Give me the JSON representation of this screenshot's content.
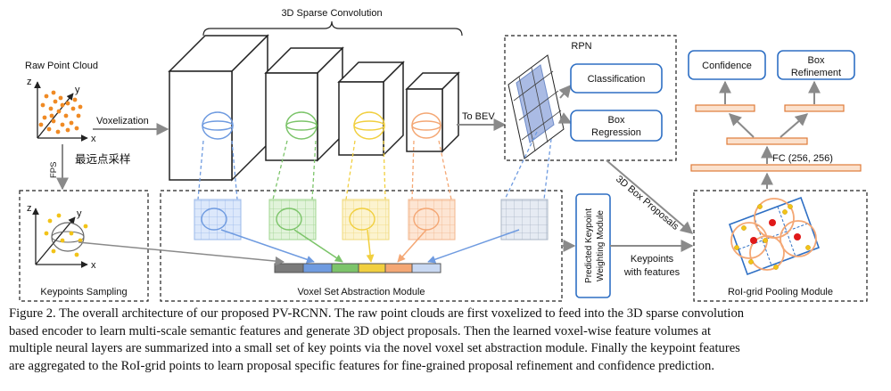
{
  "labels": {
    "raw_point_cloud": "Raw Point Cloud",
    "voxelization": "Voxelization",
    "sparse_conv": "3D Sparse Convolution",
    "to_bev": "To BEV",
    "rpn": "RPN",
    "classification": "Classification",
    "box_regression_1": "Box",
    "box_regression_2": "Regression",
    "confidence": "Confidence",
    "box_refinement_1": "Box",
    "box_refinement_2": "Refinement",
    "fc": "FC (256, 256)",
    "proposals": "3D Box Proposals",
    "fps": "FPS",
    "fps_chinese": "最远点采样",
    "keypoints_sampling": "Keypoints Sampling",
    "voxel_sa": "Voxel Set Abstraction Module",
    "pkw_1": "Predicted Keypoint",
    "pkw_2": "Weighting Module",
    "keypoints_1": "Keypoints",
    "keypoints_2": "with features",
    "roi_grid": "RoI-grid Pooling Module",
    "axis_x": "x",
    "axis_y": "y",
    "axis_z": "z"
  },
  "caption": {
    "line1": "Figure 2. The overall architecture of our proposed PV-RCNN. The raw point clouds are first voxelized to feed into the 3D sparse convolution",
    "line2": "based encoder to learn multi-scale semantic features and generate 3D object proposals. Then the learned voxel-wise feature volumes at",
    "line3": "multiple neural layers are summarized into a small set of key points via the novel voxel set abstraction module. Finally the keypoint features",
    "line4": "are aggregated to the RoI-grid points to learn proposal specific features for fine-grained proposal refinement and confidence prediction."
  },
  "colors": {
    "blue": "#6f9be0",
    "green": "#7cc46a",
    "yellow": "#f1cf3f",
    "orange": "#f4a774",
    "gray": "#8f9aa8",
    "point_orange": "#f08a24",
    "red": "#e01919",
    "box_blue": "#2e6fc4"
  }
}
